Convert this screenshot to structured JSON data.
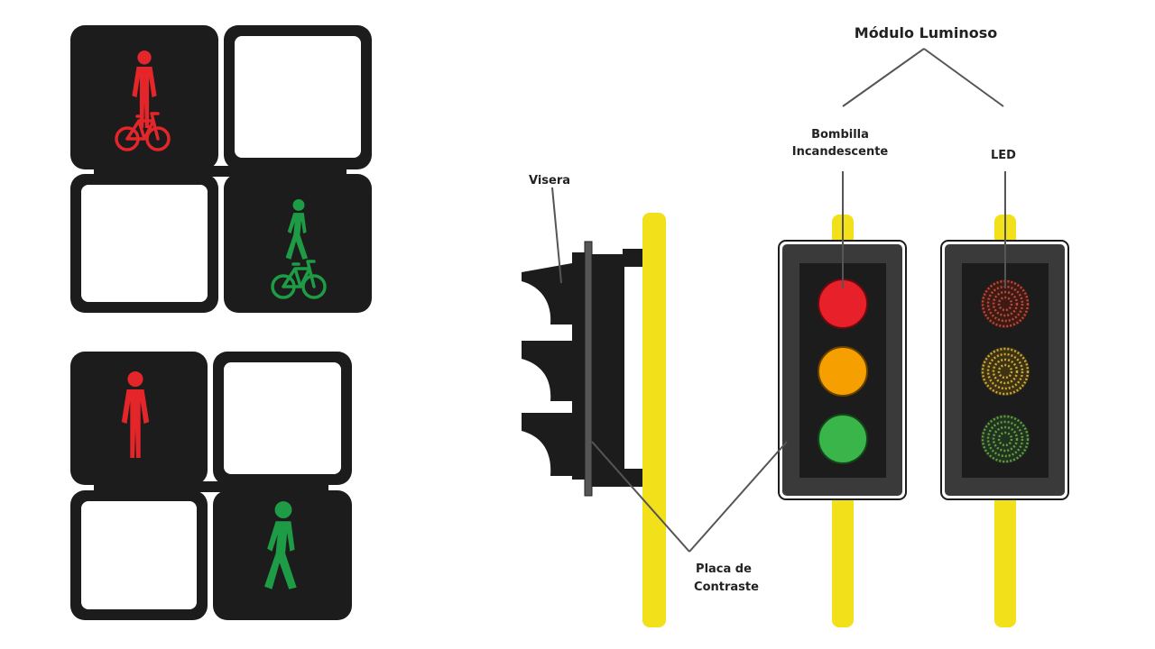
{
  "labels": {
    "modulo_luminoso": "Módulo Luminoso",
    "bombilla_line1": "Bombilla",
    "bombilla_line2": "Incandescente",
    "led": "LED",
    "visera": "Visera",
    "placa_line1": "Placa de",
    "placa_line2": "Contraste"
  },
  "colors": {
    "housing": "#1c1c1c",
    "pole": "#f2e01a",
    "red": "#e8202a",
    "amber": "#f5a000",
    "green": "#39b54a",
    "pedestrian_red": "#e4262a",
    "pedestrian_green": "#1e9b45"
  },
  "icons": {
    "pedestrian_bicycle_signal": "pedestrian-and-bicycle-icons",
    "pedestrian_signal": "pedestrian-icons",
    "vehicle_signal_side": "traffic-light-side-view",
    "vehicle_signal_incandescent": "incandescent-traffic-light",
    "vehicle_signal_led": "led-traffic-light"
  }
}
